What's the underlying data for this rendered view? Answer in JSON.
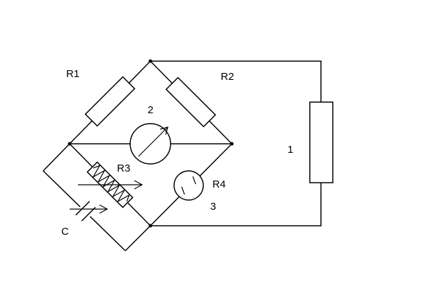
{
  "labels": {
    "r1": "R1",
    "r2": "R2",
    "r3": "R3",
    "r4": "R4",
    "c": "C",
    "n1": "1",
    "n2": "2",
    "n3": "3"
  }
}
